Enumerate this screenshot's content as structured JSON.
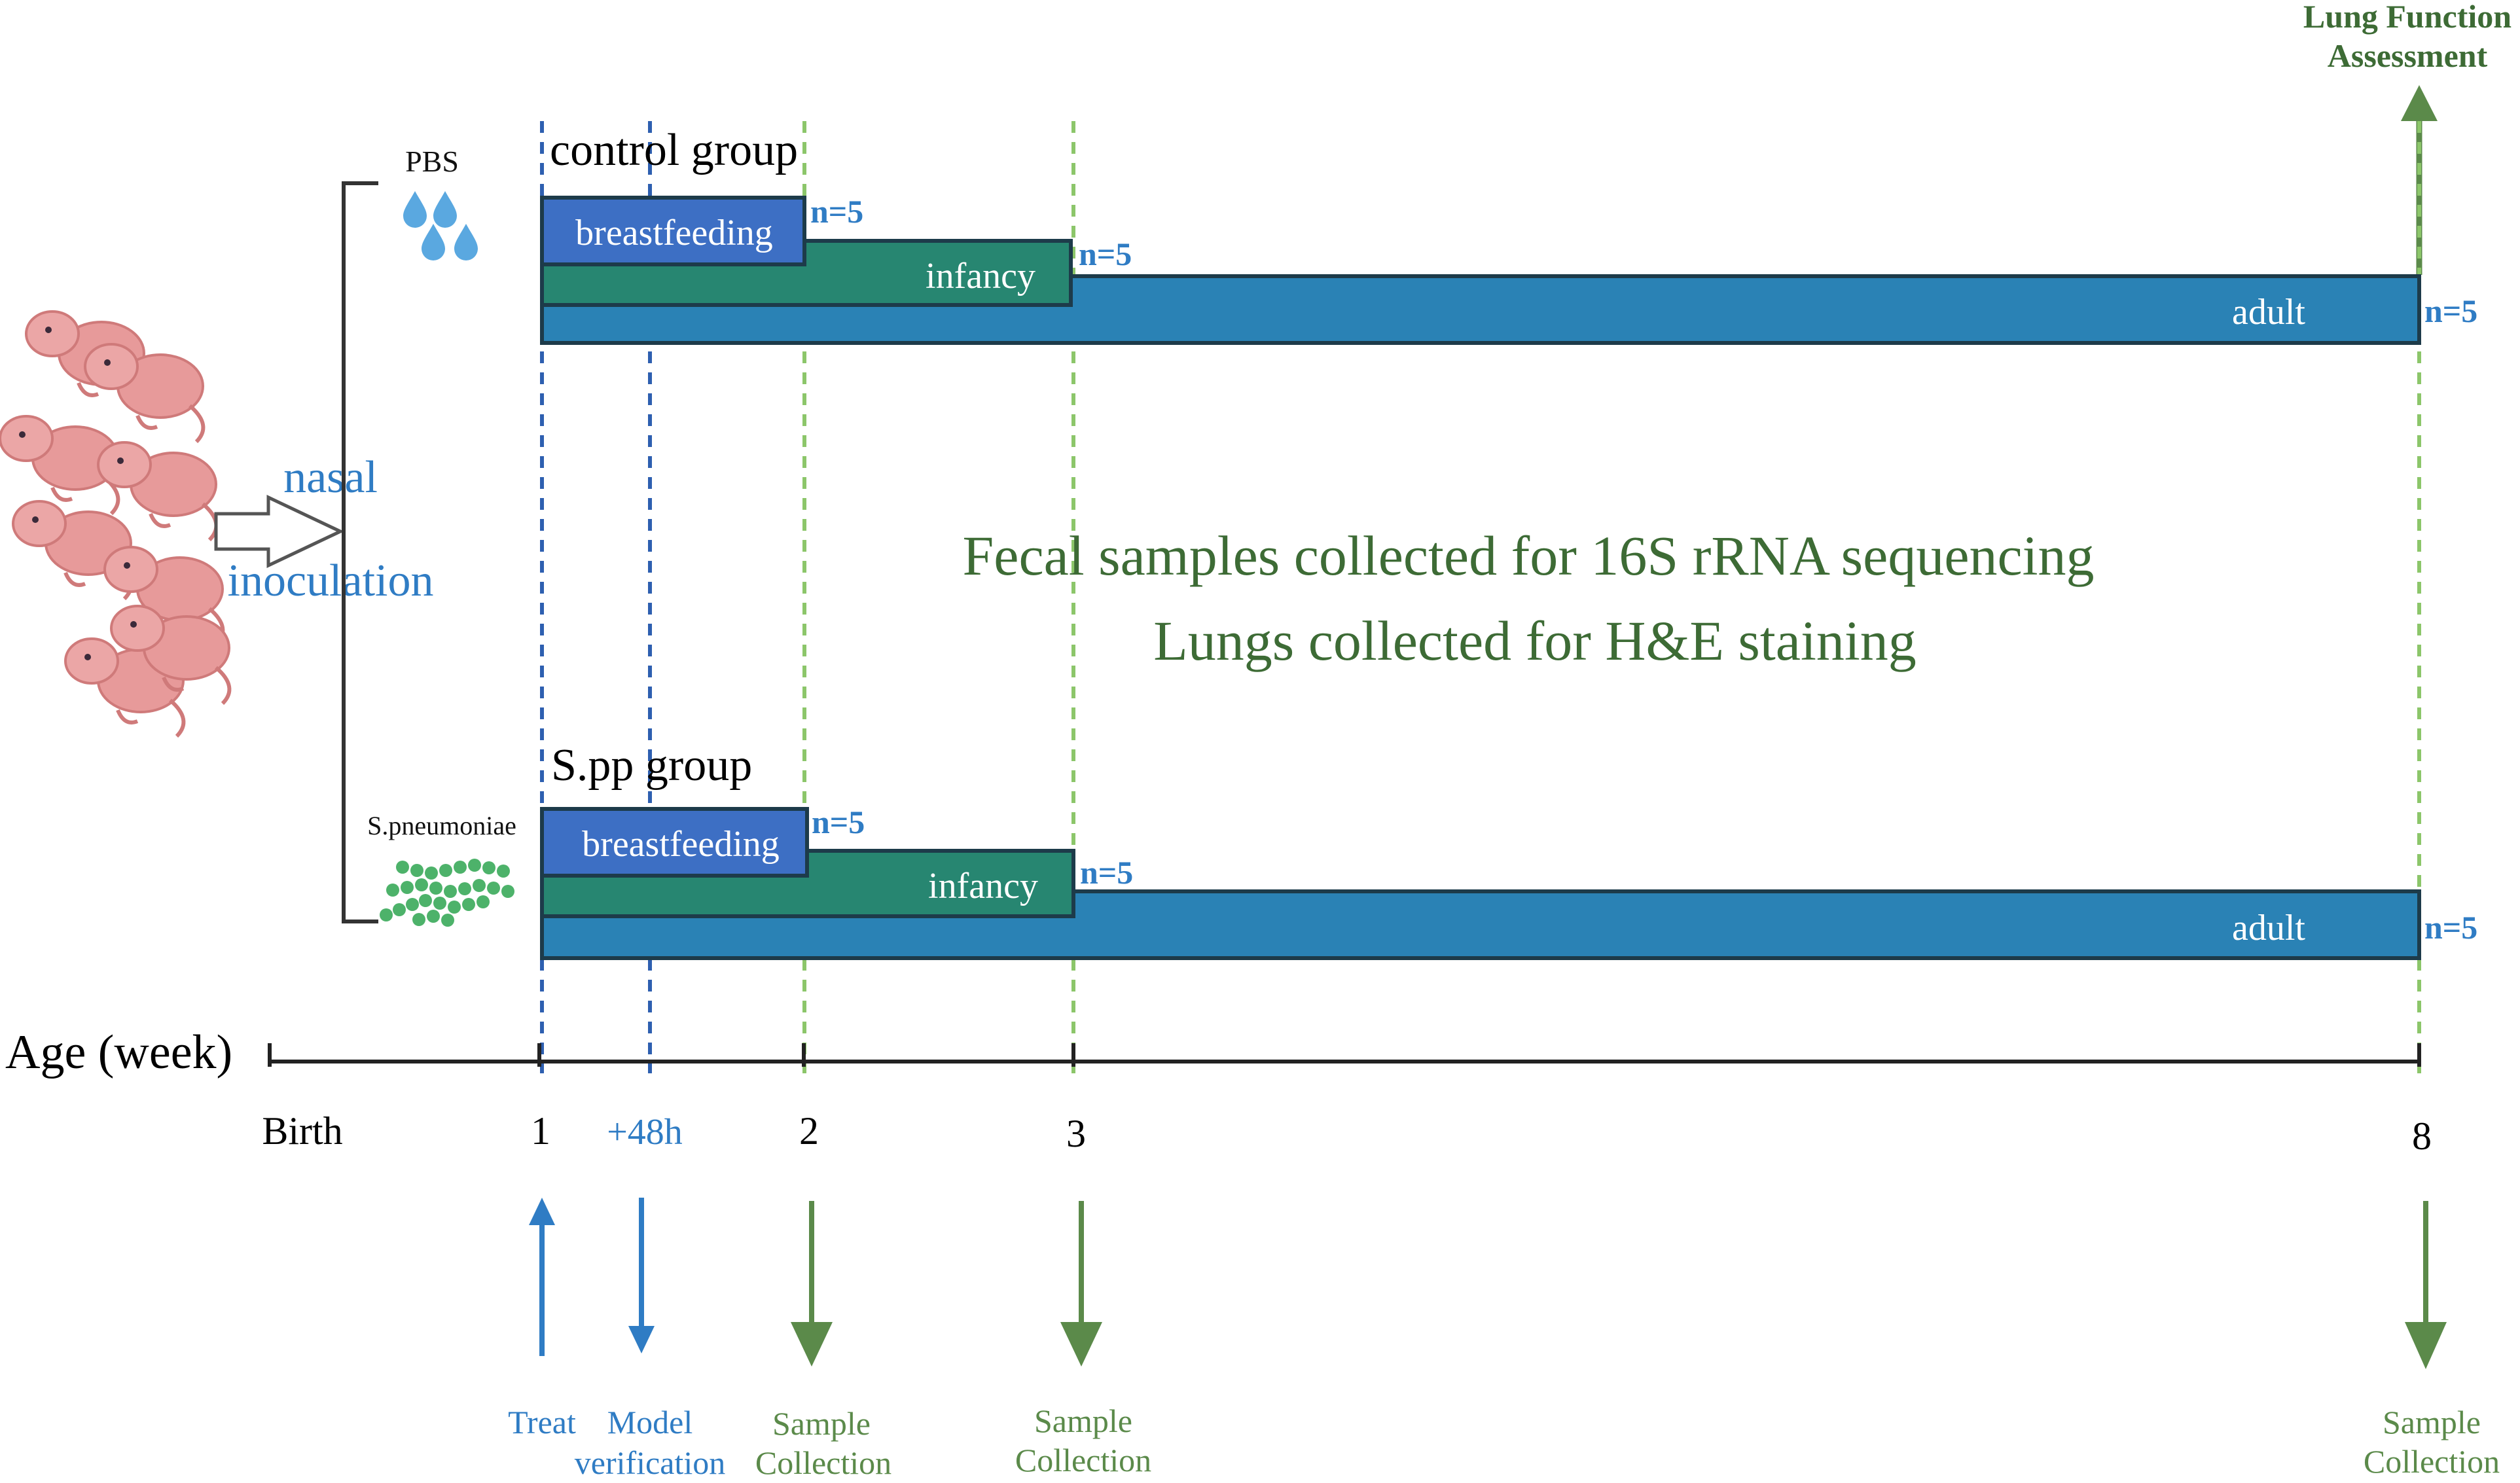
{
  "lung_function_label": [
    "Lung Function",
    "Assessment"
  ],
  "control": {
    "title": "control group",
    "agent": "PBS",
    "breastfeeding_label": "breastfeeding",
    "infancy_label": "infancy",
    "adult_label": "adult",
    "n_breastfeeding": "n=5",
    "n_infancy": "n=5",
    "n_adult": "n=5"
  },
  "spp": {
    "title": "S.pp group",
    "agent": "S.pneumoniae",
    "breastfeeding_label": "breastfeeding",
    "infancy_label": "infancy",
    "adult_label": "adult",
    "n_breastfeeding": "n=5",
    "n_infancy": "n=5",
    "n_adult": "n=5"
  },
  "inoculation": [
    "nasal",
    "inoculation"
  ],
  "center_text": [
    "Fecal samples collected for 16S rRNA sequencing",
    "Lungs collected for H&E staining"
  ],
  "axis": {
    "title": "Age (week)",
    "ticks": [
      "Birth",
      "1",
      "+48h",
      "2",
      "3",
      "8"
    ]
  },
  "events": [
    {
      "lines": [
        "Treat"
      ]
    },
    {
      "lines": [
        "Model",
        "verification"
      ]
    },
    {
      "lines": [
        "Sample",
        "Collection"
      ]
    },
    {
      "lines": [
        "Sample",
        "Collection"
      ]
    },
    {
      "lines": [
        "Sample",
        "Collection"
      ]
    }
  ],
  "colors": {
    "breastfeeding": "#3d6fc4",
    "infancy": "#278671",
    "adult": "#2a82b5",
    "border": "#1d3b4a",
    "blue_text": "#2f7cc4",
    "green_text": "#3d6b35",
    "arrow_green": "#5b8a4a",
    "dash_blue": "#2e5fb0",
    "dash_green": "#8cc66a",
    "mouse": "#e79a9a",
    "bacteria": "#4db26a",
    "drop": "#5aa8e0"
  }
}
